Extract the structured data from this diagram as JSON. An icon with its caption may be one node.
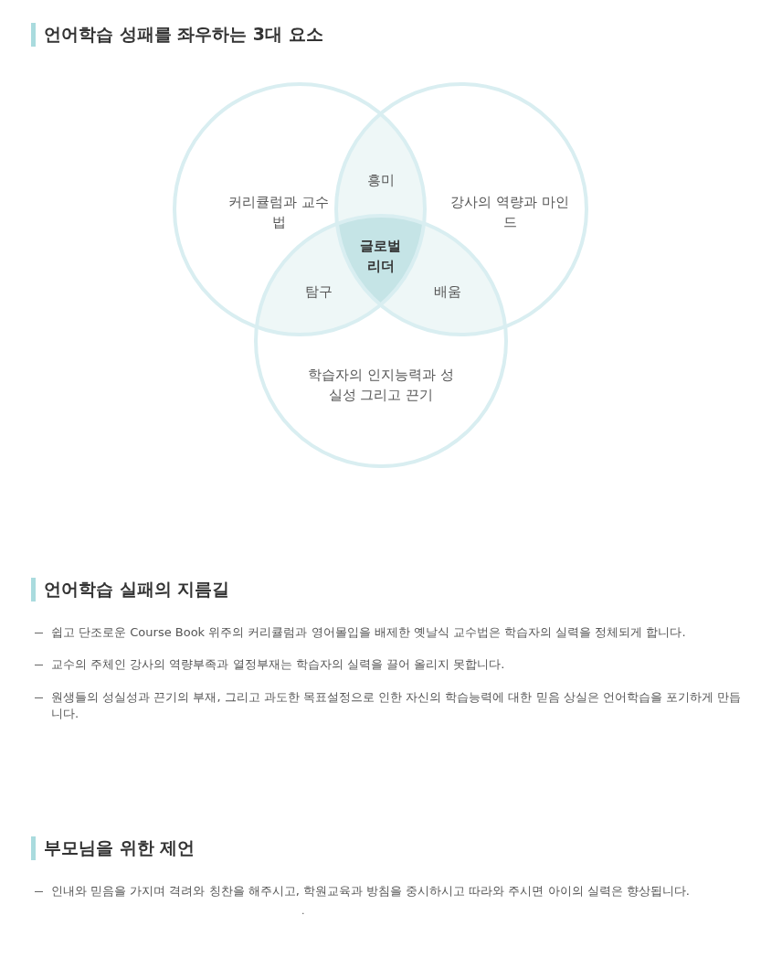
{
  "diagram": {
    "title": "언어학습 성패를 좌우하는 3대 요소",
    "nodes": [
      {
        "text": [
          "커리큘럼과 교수법"
        ]
      },
      {
        "text": [
          "강사의 역량과 마인드"
        ]
      },
      {
        "text": [
          "학습자의 인지능력과 성실성 그리고 끈기"
        ]
      },
      {
        "text": [
          "흥미"
        ]
      },
      {
        "text": [
          "탐구"
        ]
      },
      {
        "text": [
          "배움"
        ]
      },
      {
        "text": [
          "글로벌 리더"
        ]
      }
    ],
    "edges": [],
    "labels": [
      "언어학습 실패의 지름길",
      "쉽고 단조로운 Course Book 위주의 커리큘럼과 영어몰입을 배제한 옛날식 교수법은 학습자의 실력을 정체되게 합니다.",
      "교수의 주체인 강사의 역량부족과 열정부재는 학습자의 실력을 끌어 올리지 못합니다.",
      "원생들의 성실성과 끈기의 부재, 그리고 과도한 목표설정으로 인한 자신의 학습능력에 대한 믿음 상실은 언어학습을 포기하게 만듭니다.",
      "부모님을 위한 제언",
      "인내와 믿음을 가지며 격려와 칭찬을 해주시고, 학원교육과 방침을 중시하시고 따라와 주시면 아이의 실력은 향상됩니다.",
      "."
    ]
  }
}
